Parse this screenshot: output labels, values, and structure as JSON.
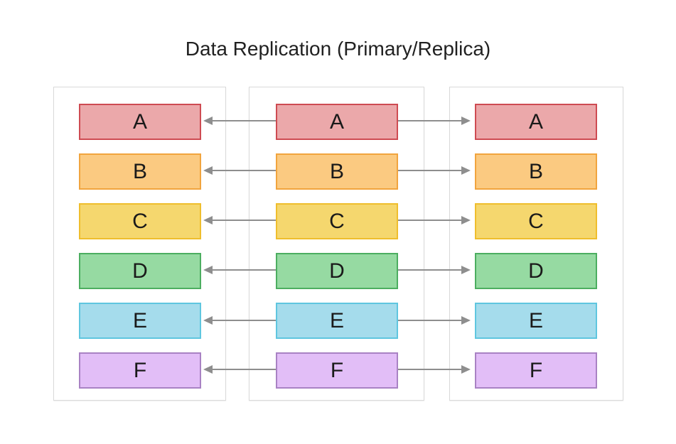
{
  "title": "Data Replication (Primary/Replica)",
  "colors": {
    "background": "#ffffff",
    "container_border": "#d9d9d9",
    "arrow": "#8e8e8e",
    "title_text": "#212121",
    "label_text": "#1a1a1a"
  },
  "rows": [
    {
      "label": "A",
      "fill": "#eba8aa",
      "border": "#ce4b52"
    },
    {
      "label": "B",
      "fill": "#fbca81",
      "border": "#f1a43e"
    },
    {
      "label": "C",
      "fill": "#f5d76e",
      "border": "#efbe2d"
    },
    {
      "label": "D",
      "fill": "#96daa2",
      "border": "#4cae60"
    },
    {
      "label": "E",
      "fill": "#a5dcec",
      "border": "#5fc6df"
    },
    {
      "label": "F",
      "fill": "#e2bef7",
      "border": "#a982c4"
    }
  ],
  "columns": [
    {
      "role": "replica-left"
    },
    {
      "role": "primary"
    },
    {
      "role": "replica-right"
    }
  ]
}
